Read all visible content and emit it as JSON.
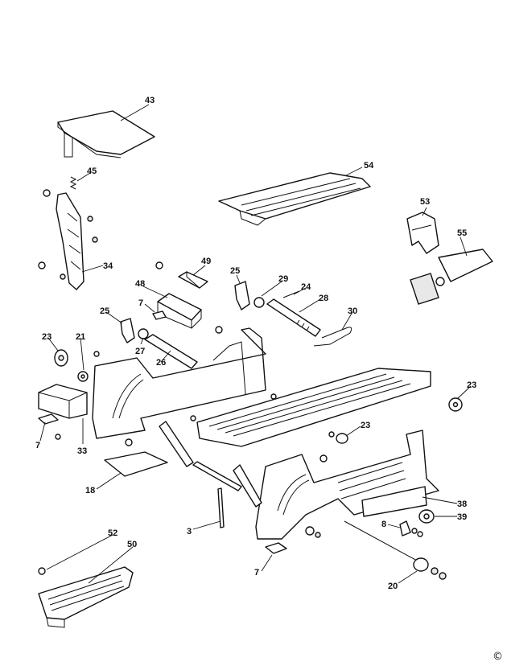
{
  "callouts": {
    "c3": "3",
    "c7a": "7",
    "c7b": "7",
    "c7c": "7",
    "c8": "8",
    "c18": "18",
    "c20": "20",
    "c21": "21",
    "c23a": "23",
    "c23b": "23",
    "c23c": "23",
    "c24": "24",
    "c25a": "25",
    "c25b": "25",
    "c26": "26",
    "c27": "27",
    "c28": "28",
    "c29": "29",
    "c30": "30",
    "c33": "33",
    "c34": "34",
    "c38": "38",
    "c39": "39",
    "c43": "43",
    "c45": "45",
    "c48": "48",
    "c49": "49",
    "c50": "50",
    "c52": "52",
    "c53": "53",
    "c54": "54",
    "c55": "55"
  },
  "copyright_symbol": "©"
}
